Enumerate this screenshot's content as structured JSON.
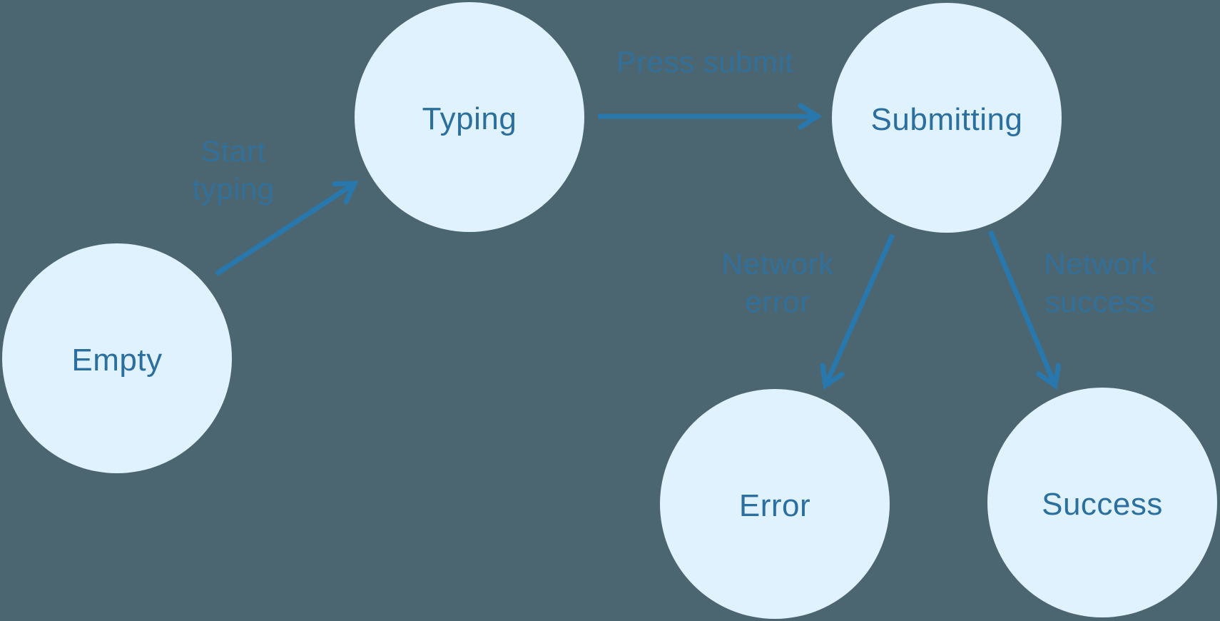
{
  "diagram": {
    "type": "state-machine",
    "colors": {
      "background": "#4c6671",
      "node_fill": "#e0f2fd",
      "node_text": "#2b6f9f",
      "edge_stroke": "#2878ad",
      "edge_label_text": "#32709a"
    },
    "nodes": [
      {
        "id": "empty",
        "label": "Empty"
      },
      {
        "id": "typing",
        "label": "Typing"
      },
      {
        "id": "submitting",
        "label": "Submitting"
      },
      {
        "id": "error",
        "label": "Error"
      },
      {
        "id": "success",
        "label": "Success"
      }
    ],
    "edges": [
      {
        "from": "empty",
        "to": "typing",
        "label": "Start typing"
      },
      {
        "from": "typing",
        "to": "submitting",
        "label": "Press submit"
      },
      {
        "from": "submitting",
        "to": "error",
        "label": "Network error"
      },
      {
        "from": "submitting",
        "to": "success",
        "label": "Network success"
      }
    ]
  }
}
